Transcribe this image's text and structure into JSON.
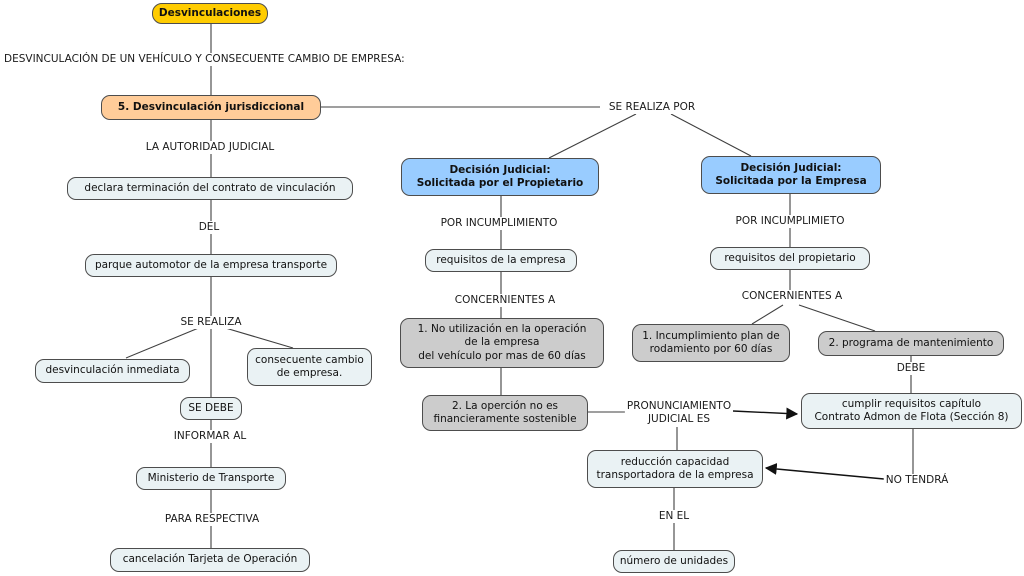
{
  "title": "Desvinculaciones concept map",
  "colors": {
    "root_fill": "#ffcc00",
    "topic_fill": "#ffcc99",
    "decision_fill": "#99ccff",
    "item_fill": "#eaf2f4",
    "gray_fill": "#cccccc",
    "border": "#4d4d4d",
    "line": "#3f3f3f",
    "text": "#111111"
  },
  "nodes": {
    "root": {
      "label": "Desvinculaciones"
    },
    "jurisdiccional": {
      "label": "5. Desvinculación jurisdiccional"
    },
    "declara": {
      "label": "declara terminación del contrato de vinculación"
    },
    "parque": {
      "label": "parque automotor de la empresa transporte"
    },
    "inmediata": {
      "label": "desvinculación inmediata"
    },
    "consecuente": {
      "label": "consecuente cambio\nde empresa."
    },
    "se_debe": {
      "label": "SE DEBE"
    },
    "ministerio": {
      "label": "Ministerio de Transporte"
    },
    "cancelacion": {
      "label": "cancelación Tarjeta de Operación"
    },
    "decision_propietario": {
      "label": "Decisión Judicial:\nSolicitada por el Propietario"
    },
    "requisitos_empresa": {
      "label": "requisitos de la empresa"
    },
    "no_utilizacion": {
      "label": "1. No utilización en la operación\nde la empresa\ndel vehículo por mas de 60 días"
    },
    "opercion": {
      "label": "2. La operción no es\nfinancieramente sostenible"
    },
    "decision_empresa": {
      "label": "Decisión Judicial:\nSolicitada por la Empresa"
    },
    "requisitos_propietario": {
      "label": "requisitos del propietario"
    },
    "incumplimiento_plan": {
      "label": "1. Incumplimiento plan de\nrodamiento por 60 días"
    },
    "programa_mantenimiento": {
      "label": "2. programa de mantenimiento"
    },
    "cumplir_requisitos": {
      "label": "cumplir requisitos capítulo\nContrato Admon de Flota (Sección 8)"
    },
    "reduccion": {
      "label": "reducción capacidad\ntransportadora de la empresa"
    },
    "numero_unidades": {
      "label": "número de unidades"
    }
  },
  "linking_phrases": {
    "intro": "DESVINCULACIÓN DE UN VEHÍCULO Y CONSECUENTE CAMBIO DE EMPRESA:",
    "la_autoridad": "LA AUTORIDAD JUDICIAL",
    "del": "DEL",
    "se_realiza": "SE REALIZA",
    "informar_al": "INFORMAR AL",
    "para_respectiva": "PARA RESPECTIVA",
    "se_realiza_por": "SE REALIZA POR",
    "por_incumplimiento": "POR INCUMPLIMIENTO",
    "concernientes_a_1": "CONCERNIENTES A",
    "por_incumplimieto": "POR INCUMPLIMIETO",
    "concernientes_a_2": "CONCERNIENTES A",
    "debe": "DEBE",
    "pronunciamiento": "PRONUNCIAMIENTO\nJUDICIAL ES",
    "no_tendra": "NO TENDRÁ",
    "en_el": "EN EL"
  }
}
